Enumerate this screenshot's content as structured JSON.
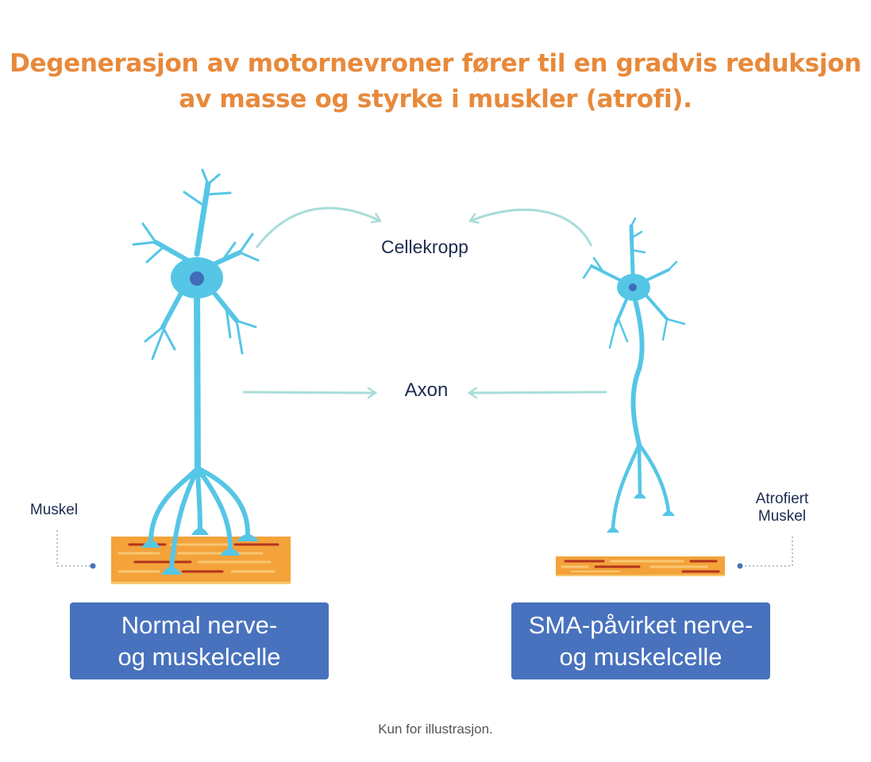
{
  "title": {
    "line1": "Degenerasjon av motornevroner fører til en gradvis reduksjon",
    "line2": "av masse og styrke i muskler (atrofi)."
  },
  "labels": {
    "cell_body": "Cellekropp",
    "axon": "Axon",
    "muscle": "Muskel",
    "atrophied_line1": "Atrofiert",
    "atrophied_line2": "Muskel"
  },
  "panels": {
    "normal": {
      "line1": "Normal nerve-",
      "line2": "og muskelcelle"
    },
    "sma": {
      "line1": "SMA-påvirket nerve-",
      "line2": "og muskelcelle"
    }
  },
  "footer": "Kun for illustrasjon.",
  "colors": {
    "title": "#E8893A",
    "neuron": "#55C6E6",
    "nucleus": "#3F6DB8",
    "arrow": "#A8DDD8",
    "muscle": "#F4A23A",
    "muscle_stripe_dark": "#B3341F",
    "muscle_stripe_light": "#F8C772",
    "panel": "#4872BD",
    "label_text": "#1D2B4F"
  }
}
